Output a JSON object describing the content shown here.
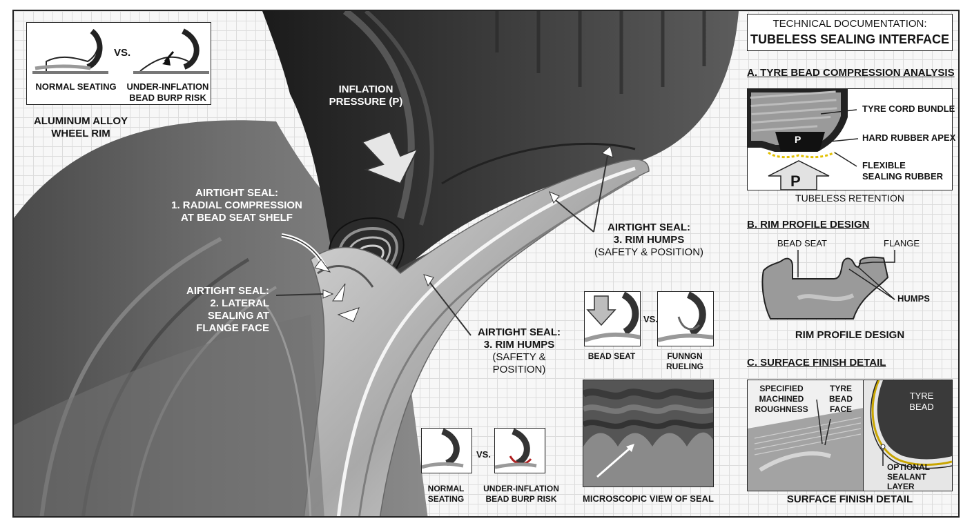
{
  "header": {
    "line1": "TECHNICAL DOCUMENTATION:",
    "line2": "TUBELESS SEALING INTERFACE"
  },
  "inset_top_left": {
    "vs": "VS.",
    "left_caption": "NORMAL SEATING",
    "right_caption_1": "UNDER-INFLATION",
    "right_caption_2": "BEAD BURP RISK"
  },
  "main_labels": {
    "rim_1": "ALUMINUM ALLOY",
    "rim_2": "WHEEL RIM",
    "pressure_1": "INFLATION",
    "pressure_2": "PRESSURE (P)",
    "seal1_1": "AIRTIGHT SEAL:",
    "seal1_2": "1. RADIAL COMPRESSION",
    "seal1_3": "AT BEAD SEAT SHELF",
    "seal2_1": "AIRTIGHT SEAL:",
    "seal2_2": "2. LATERAL",
    "seal2_3": "SEALING AT",
    "seal2_4": "FLANGE FACE",
    "seal3a_1": "AIRTIGHT SEAL:",
    "seal3a_2": "3. RIM HUMPS",
    "seal3a_3": "(SAFETY & POSITION)",
    "seal3b_1": "AIRTIGHT SEAL:",
    "seal3b_2": "3. RIM HUMPS",
    "seal3b_3": "(SAFETY &",
    "seal3b_4": "POSITION)"
  },
  "inset_bottom_left": {
    "vs": "VS.",
    "left_1": "NORMAL",
    "left_2": "SEATING",
    "right_1": "UNDER-INFLATION",
    "right_2": "BEAD BURP RISK"
  },
  "inset_bottom_mid": {
    "vs": "VS.",
    "left": "BEAD SEAT",
    "right_1": "FUNNGN",
    "right_2": "RUELING",
    "micro_caption": "MICROSCOPIC VIEW OF SEAL"
  },
  "section_a": {
    "title": "A. TYRE BEAD COMPRESSION ANALYSIS",
    "cord": "TYRE CORD BUNDLE",
    "apex": "HARD RUBBER APEX",
    "flex_1": "FLEXIBLE",
    "flex_2": "SEALING RUBBER",
    "p_small": "P",
    "p_big": "P",
    "caption": "TUBELESS RETENTION"
  },
  "section_b": {
    "title": "B. RIM PROFILE DESIGN",
    "bead_seat": "BEAD SEAT",
    "flange": "FLANGE",
    "humps": "HUMPS",
    "caption": "RIM PROFILE DESIGN"
  },
  "section_c": {
    "title": "C. SURFACE FINISH DETAIL",
    "spec_1": "SPECIFIED",
    "spec_2": "MACHINED",
    "spec_3": "ROUGHNESS",
    "face_1": "TYRE",
    "face_2": "BEAD",
    "face_3": "FACE",
    "tyre_1": "TYRE",
    "tyre_2": "BEAD",
    "sealant_1": "OPTIONAL",
    "sealant_2": "SEALANT",
    "sealant_3": "LAYER",
    "caption": "SURFACE FINISH DETAIL"
  }
}
